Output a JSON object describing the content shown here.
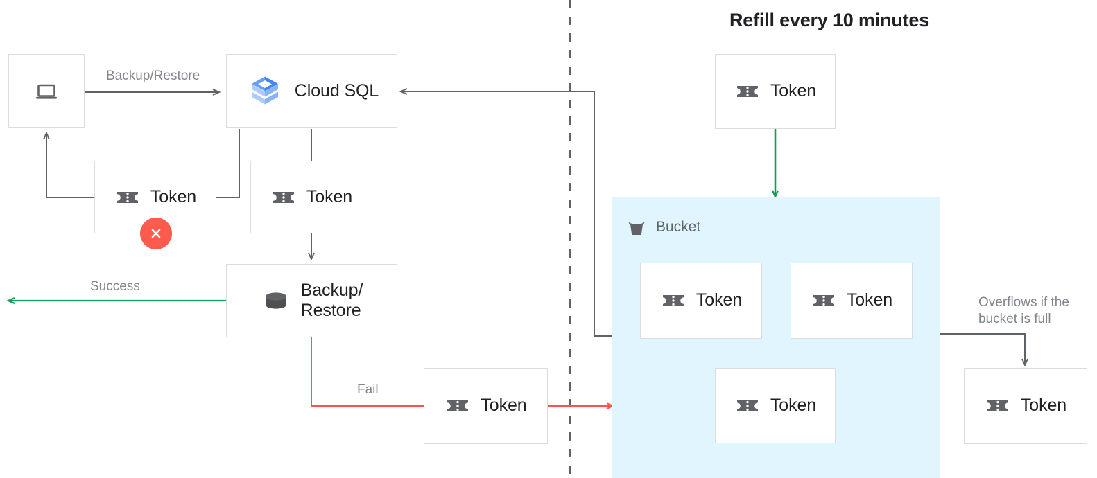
{
  "diagram": {
    "title": "Refill every 10 minutes",
    "colors": {
      "accent_blue": "#4285f4",
      "bucket_fill": "#e1f5fe",
      "success_green": "#0f9d58",
      "fail_red": "#ff5252",
      "arrow_gray": "#5f6368",
      "box_border": "#dadce0",
      "text_dark": "#202124",
      "text_muted": "#80868b"
    },
    "nodes": {
      "client": {
        "label": "",
        "icon": "laptop-icon"
      },
      "cloud_sql": {
        "label": "Cloud SQL",
        "icon": "cloud-sql-icon"
      },
      "token_failed": {
        "label": "Token",
        "icon": "token-icon",
        "badge": "fail-x-icon"
      },
      "token_consumed": {
        "label": "Token",
        "icon": "token-icon"
      },
      "backup_restore": {
        "label": "Backup/\nRestore",
        "icon": "database-icon"
      },
      "token_returned": {
        "label": "Token",
        "icon": "token-icon"
      },
      "token_refill": {
        "label": "Token",
        "icon": "token-icon"
      },
      "bucket": {
        "label": "Bucket",
        "icon": "bucket-icon"
      },
      "bucket_token_1": {
        "label": "Token",
        "icon": "token-icon"
      },
      "bucket_token_2": {
        "label": "Token",
        "icon": "token-icon"
      },
      "bucket_token_3": {
        "label": "Token",
        "icon": "token-icon"
      },
      "token_overflow": {
        "label": "Token",
        "icon": "token-icon"
      }
    },
    "edges": {
      "backup_restore_label": "Backup/Restore",
      "success_label": "Success",
      "fail_label": "Fail",
      "overflow_label": "Overflows if the\nbucket is full"
    }
  }
}
